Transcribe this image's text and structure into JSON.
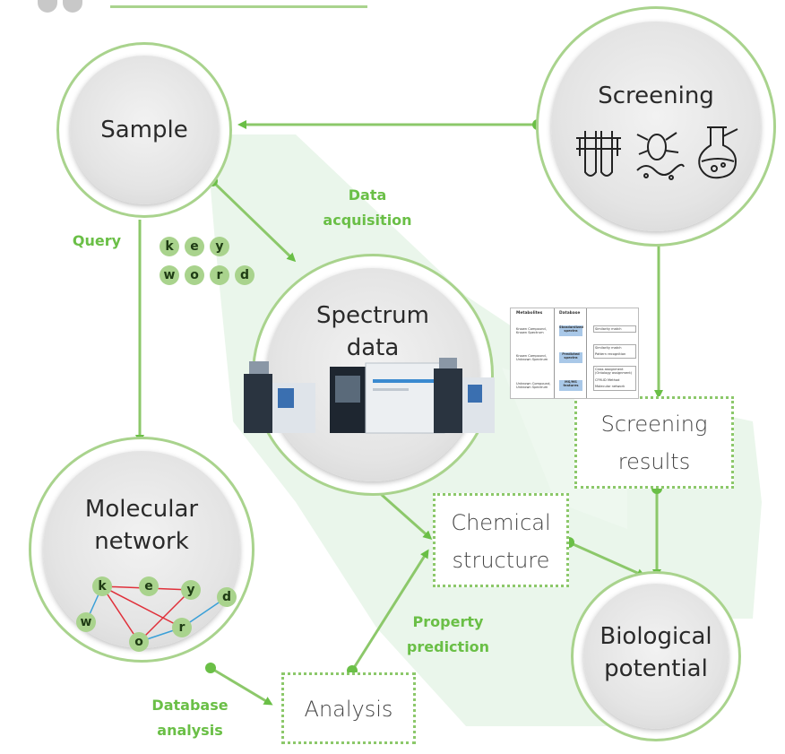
{
  "nodes": {
    "sample": "Sample",
    "screening": "Screening",
    "spectrum_line1": "Spectrum",
    "spectrum_line2": "data",
    "molecular_line1": "Molecular",
    "molecular_line2": "network",
    "biological_line1": "Biological",
    "biological_line2": "potential"
  },
  "boxes": {
    "screening_results_line1": "Screening",
    "screening_results_line2": "results",
    "chemical_line1": "Chemical",
    "chemical_line2": "structure",
    "analysis": "Analysis"
  },
  "edge_labels": {
    "data_acquisition_line1": "Data",
    "data_acquisition_line2": "acquisition",
    "query": "Query",
    "property_prediction_line1": "Property",
    "property_prediction_line2": "prediction",
    "database_analysis_line1": "Database",
    "database_analysis_line2": "analysis"
  },
  "keyword_letters": [
    "k",
    "e",
    "y",
    "w",
    "o",
    "r",
    "d"
  ],
  "network_nodes": [
    "k",
    "e",
    "y",
    "d",
    "w",
    "o",
    "r"
  ],
  "screening_table": {
    "headers": [
      "Metabolites",
      "Database"
    ],
    "rows": [
      {
        "metabolite": [
          "Known Compound,",
          "Known Spectrum"
        ],
        "database": [
          "Standardized",
          "spectra"
        ],
        "methods": [
          "Similarity match"
        ]
      },
      {
        "metabolite": [
          "Known Compound,",
          "Unknown Spectrum"
        ],
        "database": [
          "Predicted",
          "spectra"
        ],
        "methods": [
          "Similarity match",
          "Pattern recognition"
        ]
      },
      {
        "metabolite": [
          "Unknown Compound,",
          "Unknown Spectrum"
        ],
        "database": [
          "MS/MS",
          "features"
        ],
        "methods": [
          "Class assignment",
          "(Ontology assignment)",
          "CFM-ID Method",
          "Molecular network"
        ]
      }
    ]
  },
  "icons": [
    "test-tubes-icon",
    "microbe-icon",
    "flask-icon",
    "mass-spectrometer-icon"
  ],
  "colors": {
    "accent_green": "#6abf46",
    "light_green": "#a9d38d",
    "background_wash": "#e8f5ea",
    "network_red": "#e0303a",
    "network_blue": "#3aa0d8"
  }
}
